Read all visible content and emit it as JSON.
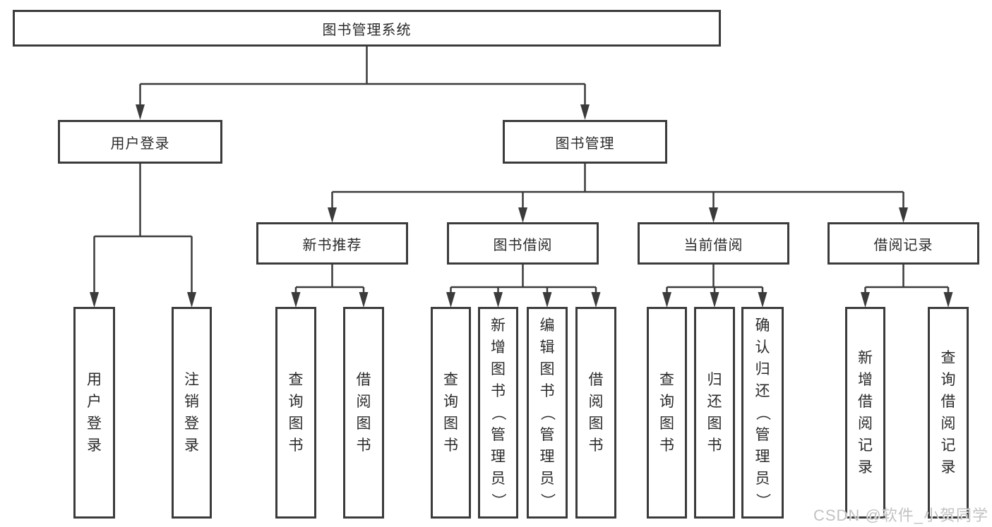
{
  "diagram": {
    "root": {
      "label": "图书管理系统"
    },
    "branches": [
      {
        "label": "用户登录",
        "leaves": [
          "用户登录",
          "注销登录"
        ]
      },
      {
        "label": "图书管理",
        "groups": [
          {
            "label": "新书推荐",
            "leaves": [
              "查询图书",
              "借阅图书"
            ]
          },
          {
            "label": "图书借阅",
            "leaves": [
              "查询图书",
              "新增图书（管理员）",
              "编辑图书（管理员）",
              "借阅图书"
            ]
          },
          {
            "label": "当前借阅",
            "leaves": [
              "查询图书",
              "归还图书",
              "确认归还（管理员）"
            ]
          },
          {
            "label": "借阅记录",
            "leaves": [
              "新增借阅记录",
              "查询借阅记录"
            ]
          }
        ]
      }
    ]
  },
  "watermark": "CSDN @软件_小贺同学",
  "colors": {
    "line": "#3b3b3b",
    "text": "#2b2b2b",
    "watermark": "#c2c2c2",
    "background": "#ffffff"
  }
}
